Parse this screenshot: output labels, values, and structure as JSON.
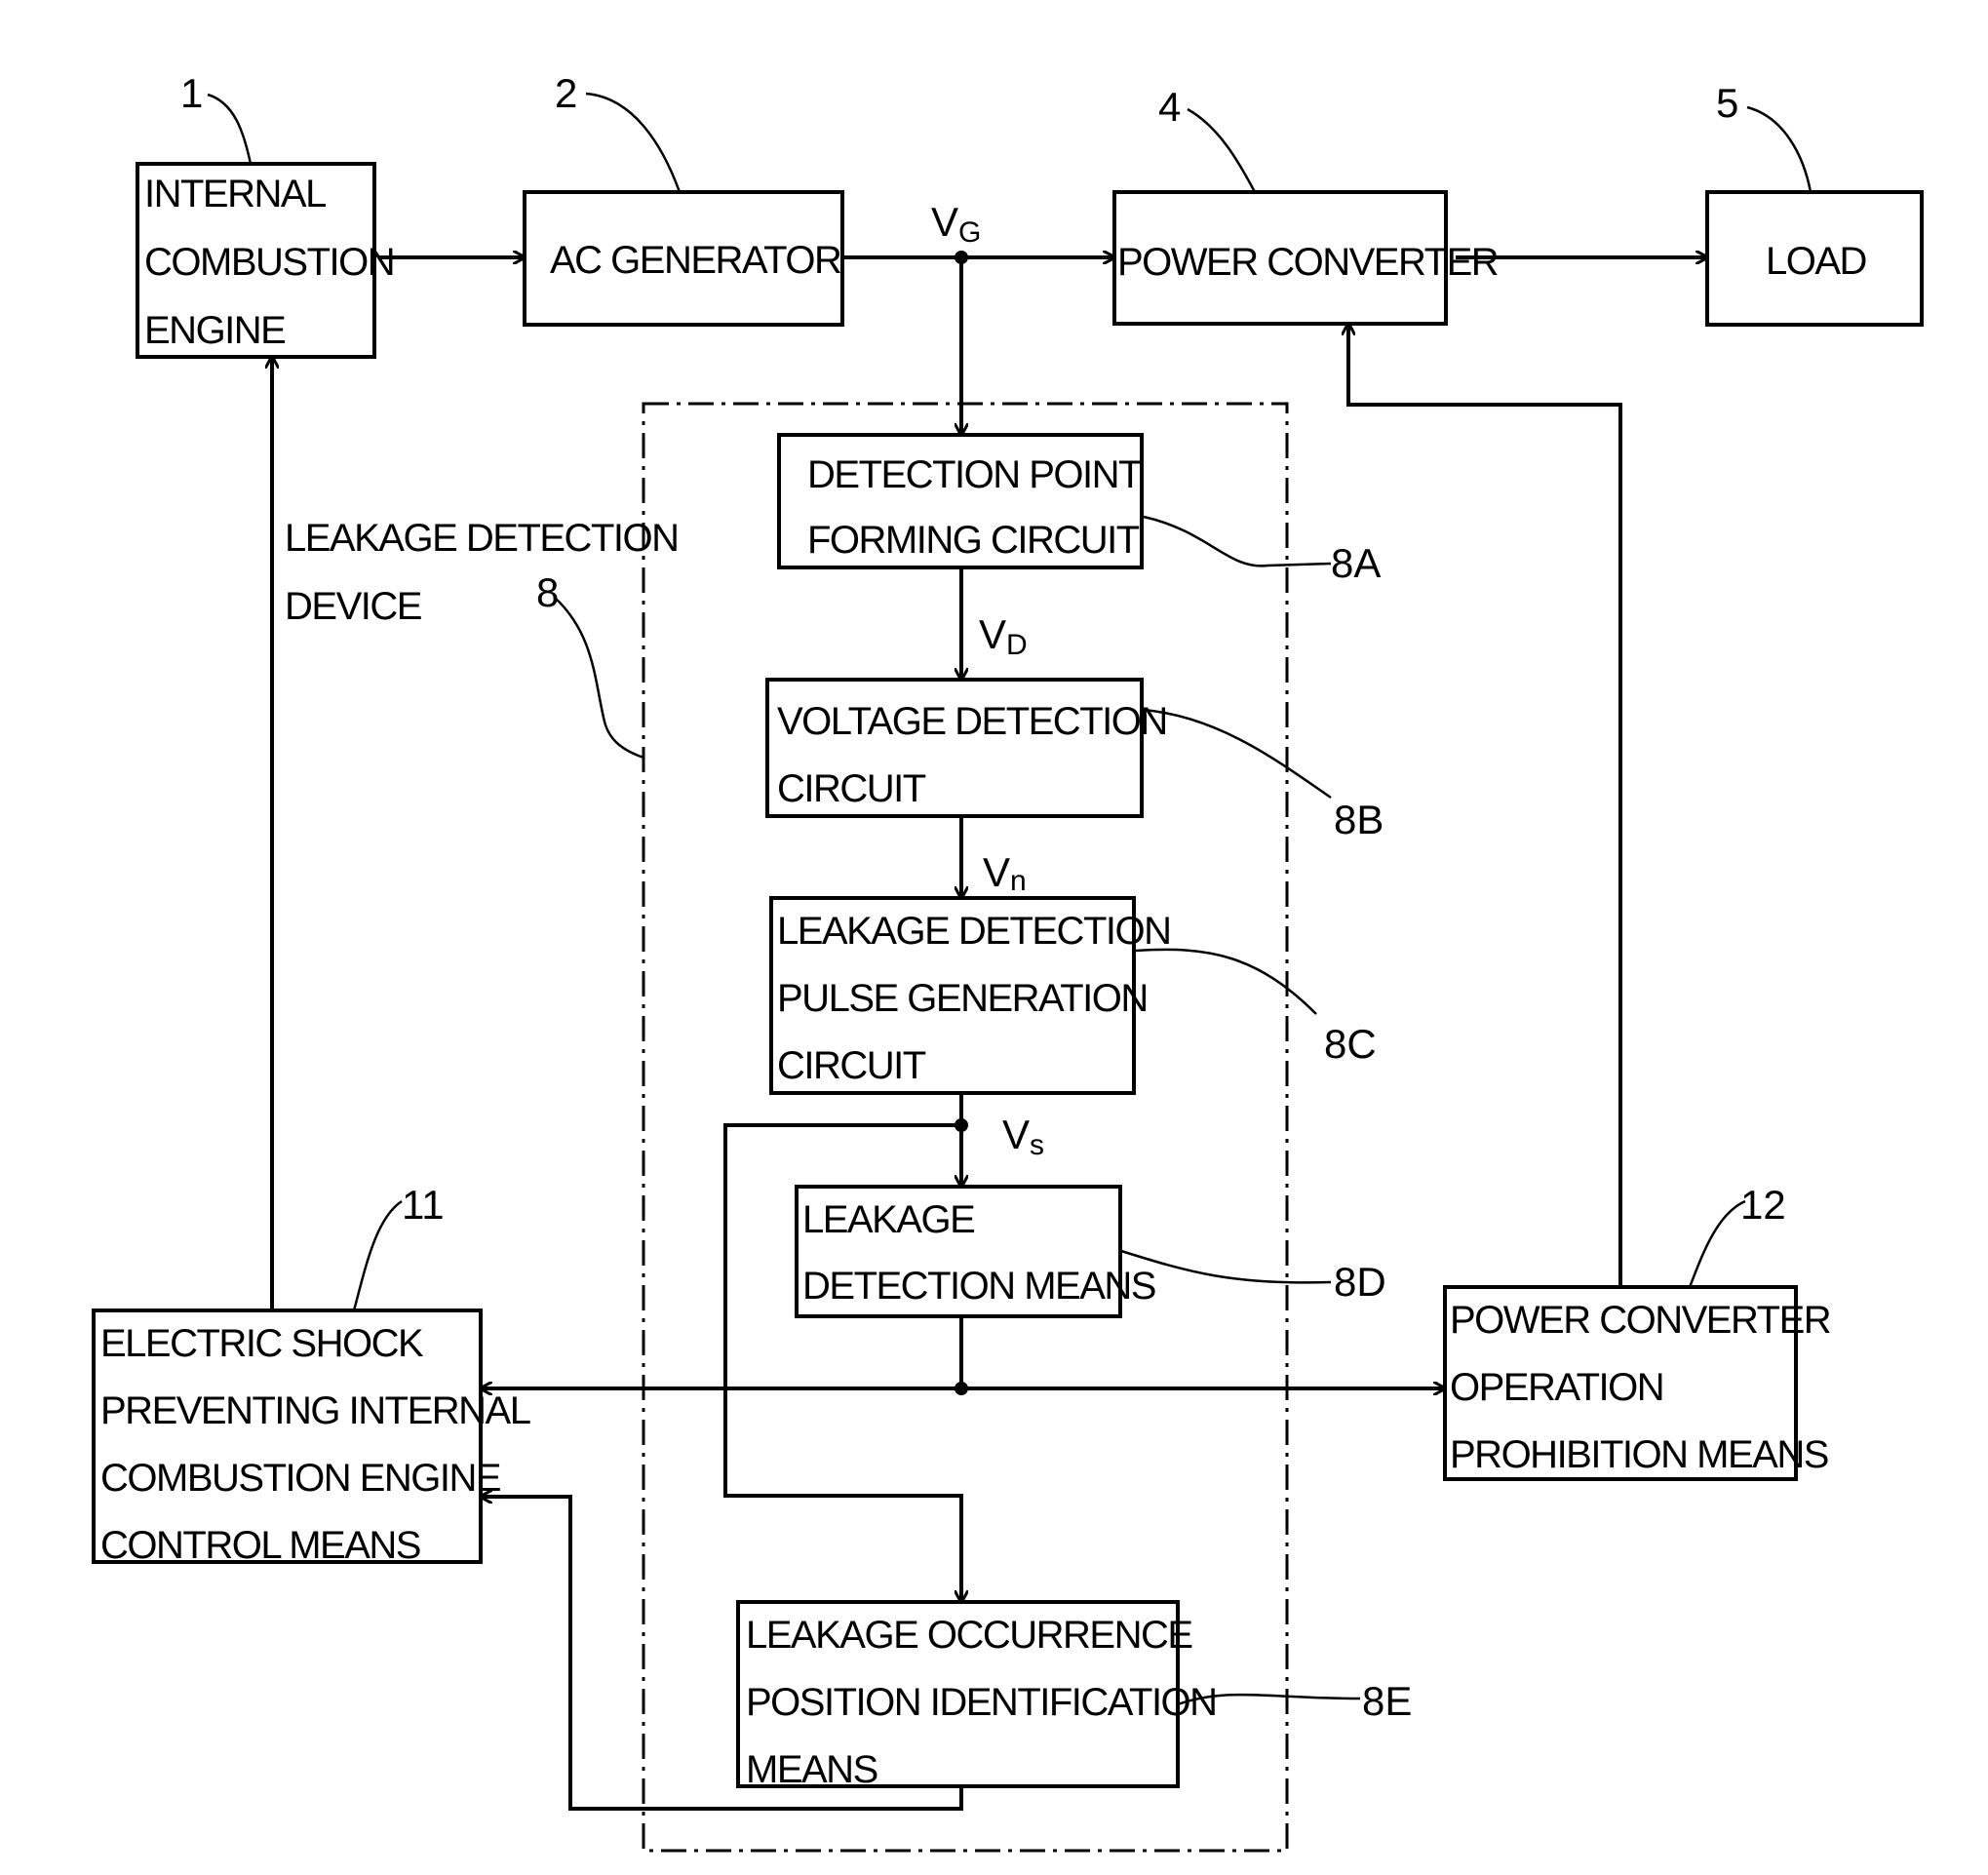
{
  "blocks": {
    "engine": {
      "ref": "1",
      "lines": [
        "INTERNAL",
        "COMBUSTION",
        "ENGINE"
      ]
    },
    "generator": {
      "ref": "2",
      "lines": [
        "AC GENERATOR"
      ]
    },
    "converter": {
      "ref": "4",
      "lines": [
        "POWER CONVERTER"
      ]
    },
    "load": {
      "ref": "5",
      "lines": [
        "LOAD"
      ]
    },
    "detection_point": {
      "ref": "8A",
      "lines": [
        "DETECTION POINT",
        "FORMING CIRCUIT"
      ]
    },
    "voltage_detection": {
      "ref": "8B",
      "lines": [
        "VOLTAGE DETECTION",
        "CIRCUIT"
      ]
    },
    "pulse_generation": {
      "ref": "8C",
      "lines": [
        "LEAKAGE DETECTION",
        "PULSE GENERATION",
        "CIRCUIT"
      ]
    },
    "leakage_detection": {
      "ref": "8D",
      "lines": [
        "LEAKAGE",
        "DETECTION MEANS"
      ]
    },
    "position_identification": {
      "ref": "8E",
      "lines": [
        "LEAKAGE OCCURRENCE",
        "POSITION IDENTIFICATION",
        "MEANS"
      ]
    },
    "shock_control": {
      "ref": "11",
      "lines": [
        "ELECTRIC SHOCK",
        "PREVENTING INTERNAL",
        "COMBUSTION ENGINE",
        "CONTROL MEANS"
      ]
    },
    "prohibition": {
      "ref": "12",
      "lines": [
        "POWER CONVERTER",
        "OPERATION",
        "PROHIBITION MEANS"
      ]
    }
  },
  "device": {
    "ref": "8",
    "lines": [
      "LEAKAGE DETECTION",
      "DEVICE"
    ]
  },
  "signals": {
    "vg": {
      "base": "V",
      "sub": "G"
    },
    "vd": {
      "base": "V",
      "sub": "D"
    },
    "vn": {
      "base": "V",
      "sub": "n"
    },
    "vs": {
      "base": "V",
      "sub": "s"
    }
  }
}
